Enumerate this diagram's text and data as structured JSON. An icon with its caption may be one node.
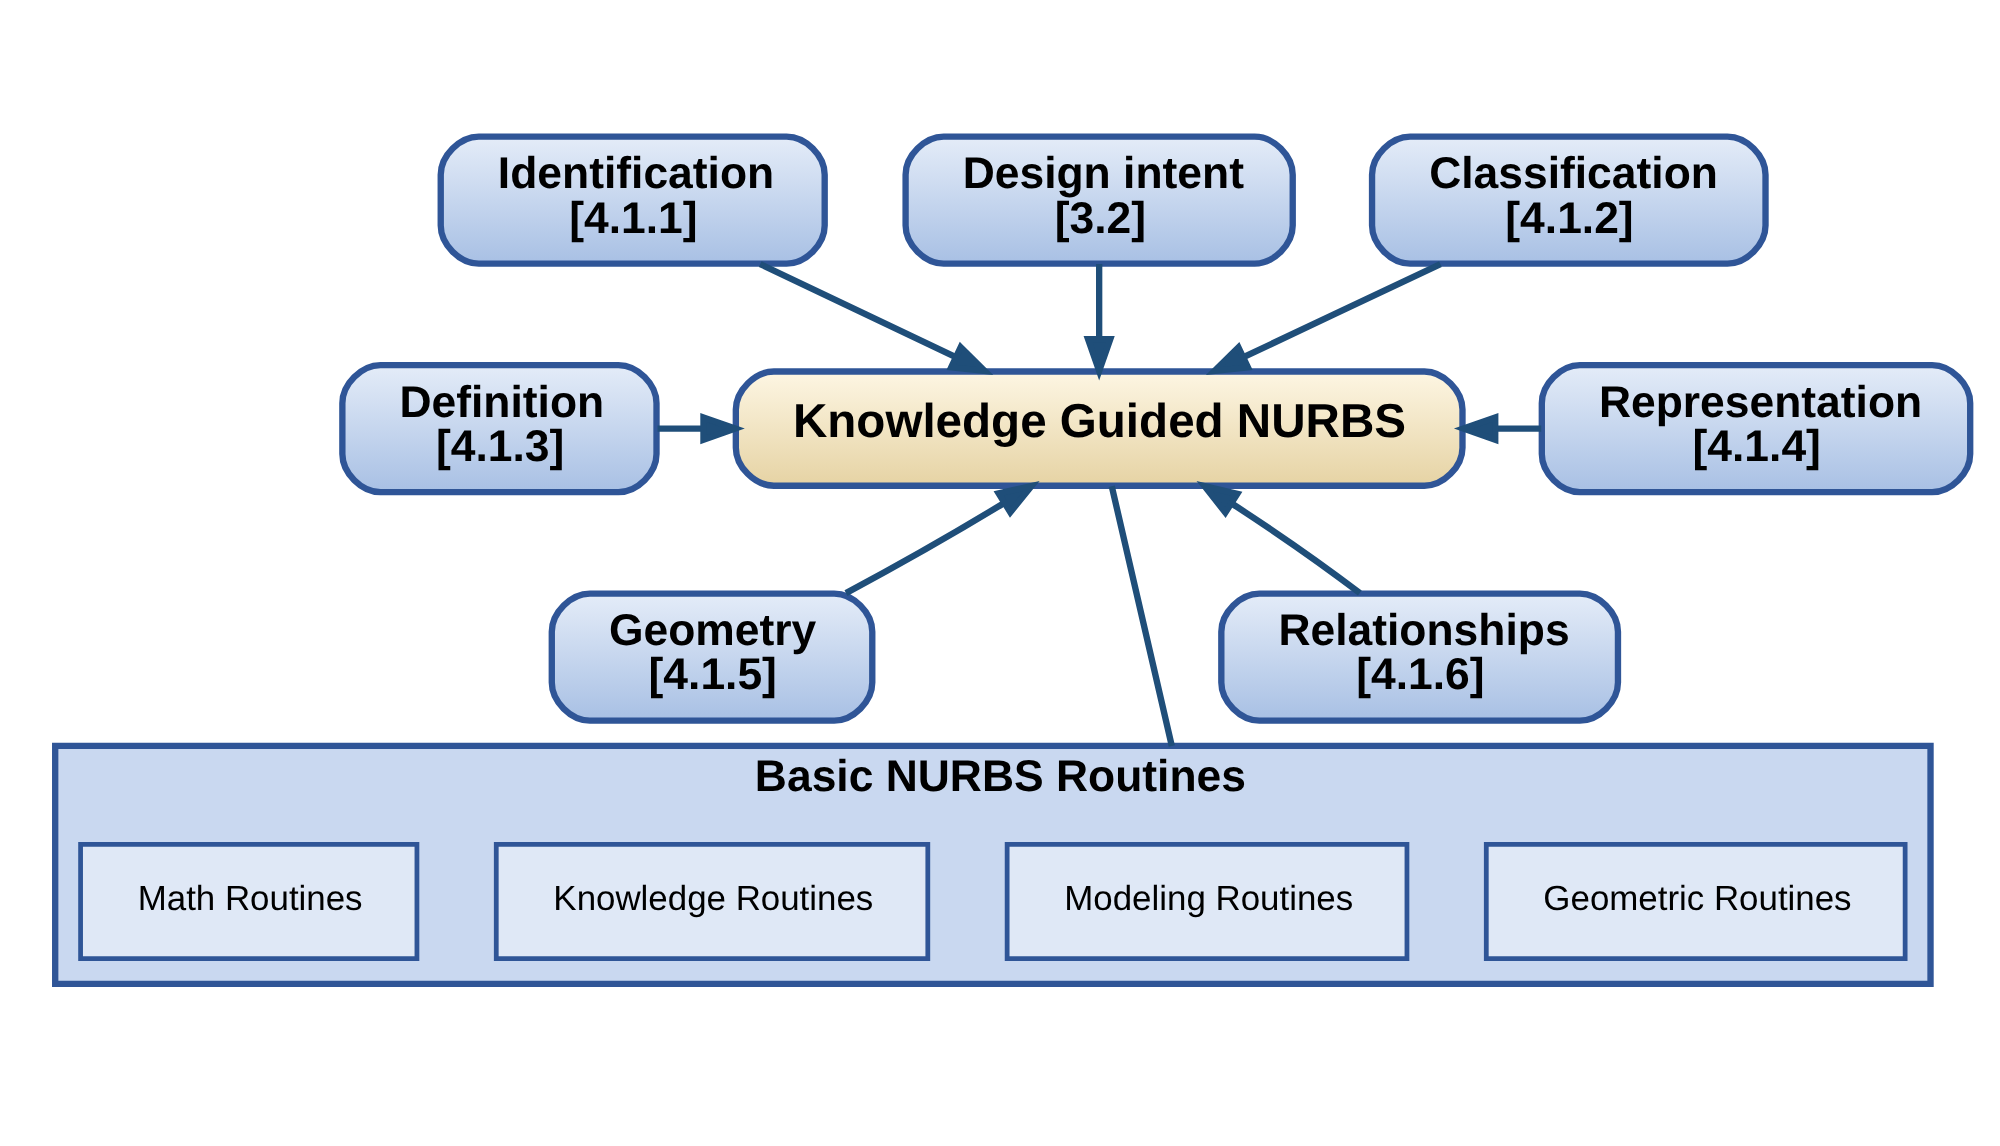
{
  "diagram": {
    "nodes": [
      {
        "text": [
          "Design intent",
          "[3.2]"
        ]
      },
      {
        "text": [
          "Identification",
          "[4.1.1]"
        ]
      },
      {
        "text": [
          "Classification",
          "[4.1.2]"
        ]
      },
      {
        "text": [
          "Definition",
          "[4.1.3]"
        ]
      },
      {
        "text": [
          "Knowledge Guided NURBS"
        ]
      },
      {
        "text": [
          "Representation",
          "[4.1.4]"
        ]
      },
      {
        "text": [
          "Geometry",
          "[4.1.5]"
        ]
      },
      {
        "text": [
          "Relationships",
          "[4.1.6]"
        ]
      },
      {
        "text": [
          "Basic NURBS Routines"
        ]
      },
      {
        "text": [
          "Geometric Routines"
        ],
        "in": 8
      },
      {
        "text": [
          "Knowledge Routines"
        ],
        "in": 8
      },
      {
        "text": [
          "Modeling Routines"
        ],
        "in": 8
      },
      {
        "text": [
          "Math Routines"
        ],
        "in": 8
      }
    ],
    "edges": [
      {
        "from": 0,
        "to": 4,
        "arrow": "to"
      },
      {
        "from": 1,
        "to": 4,
        "arrow": "to"
      },
      {
        "from": 2,
        "to": 4,
        "arrow": "to"
      },
      {
        "from": 3,
        "to": 4,
        "arrow": "to"
      },
      {
        "from": 5,
        "to": 4,
        "arrow": "to"
      },
      {
        "from": 6,
        "to": 4,
        "arrow": "to"
      },
      {
        "from": 7,
        "to": 4,
        "arrow": "to"
      },
      {
        "from": 4,
        "to": 8,
        "arrow": "none"
      }
    ]
  }
}
